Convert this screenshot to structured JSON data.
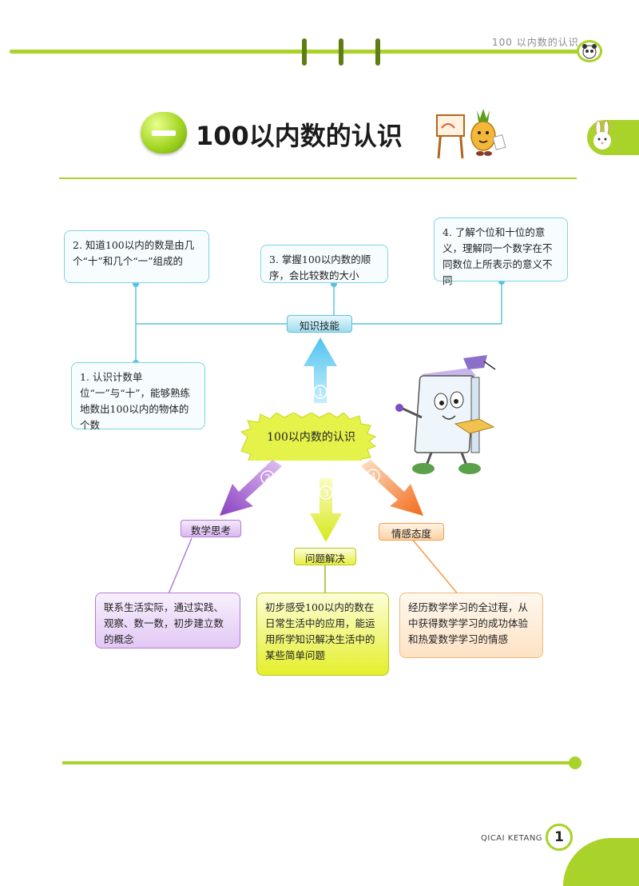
{
  "header": {
    "running_title": "100 以内数的认识",
    "chapter_number": "一",
    "chapter_title": "100以内数的认识"
  },
  "mindmap": {
    "center": "100以内数的认识",
    "branch_knowledge": {
      "label": "知识技能",
      "number": "1",
      "items": [
        "1. 认识计数单位“一”与“十”，能够熟练地数出100以内的物体的个数",
        "2. 知道100以内的数是由几个“十”和几个“一”组成的",
        "3. 掌握100以内数的顺序，会比较数的大小",
        "4. 了解个位和十位的意义，理解同一个数字在不同数位上所表示的意义不同"
      ]
    },
    "branch_thinking": {
      "label": "数学思考",
      "number": "2",
      "text": "联系生活实际，通过实践、观察、数一数，初步建立数的概念"
    },
    "branch_problem": {
      "label": "问题解决",
      "number": "3",
      "text": "初步感受100以内的数在日常生活中的应用，能运用所学知识解决生活中的某些简单问题"
    },
    "branch_attitude": {
      "label": "情感态度",
      "number": "4",
      "text": "经历数学学习的全过程，从中获得数学学习的成功体验和热爱数学学习的情感"
    }
  },
  "footer": {
    "brand": "QICAI KETANG",
    "page_number": "1"
  },
  "colors": {
    "accent_green": "#a9d22a",
    "knowledge_blue": "#7fd3e8",
    "thinking_purple": "#b47ad8",
    "problem_yellow": "#e8ef3a",
    "attitude_orange": "#f59a4a"
  }
}
